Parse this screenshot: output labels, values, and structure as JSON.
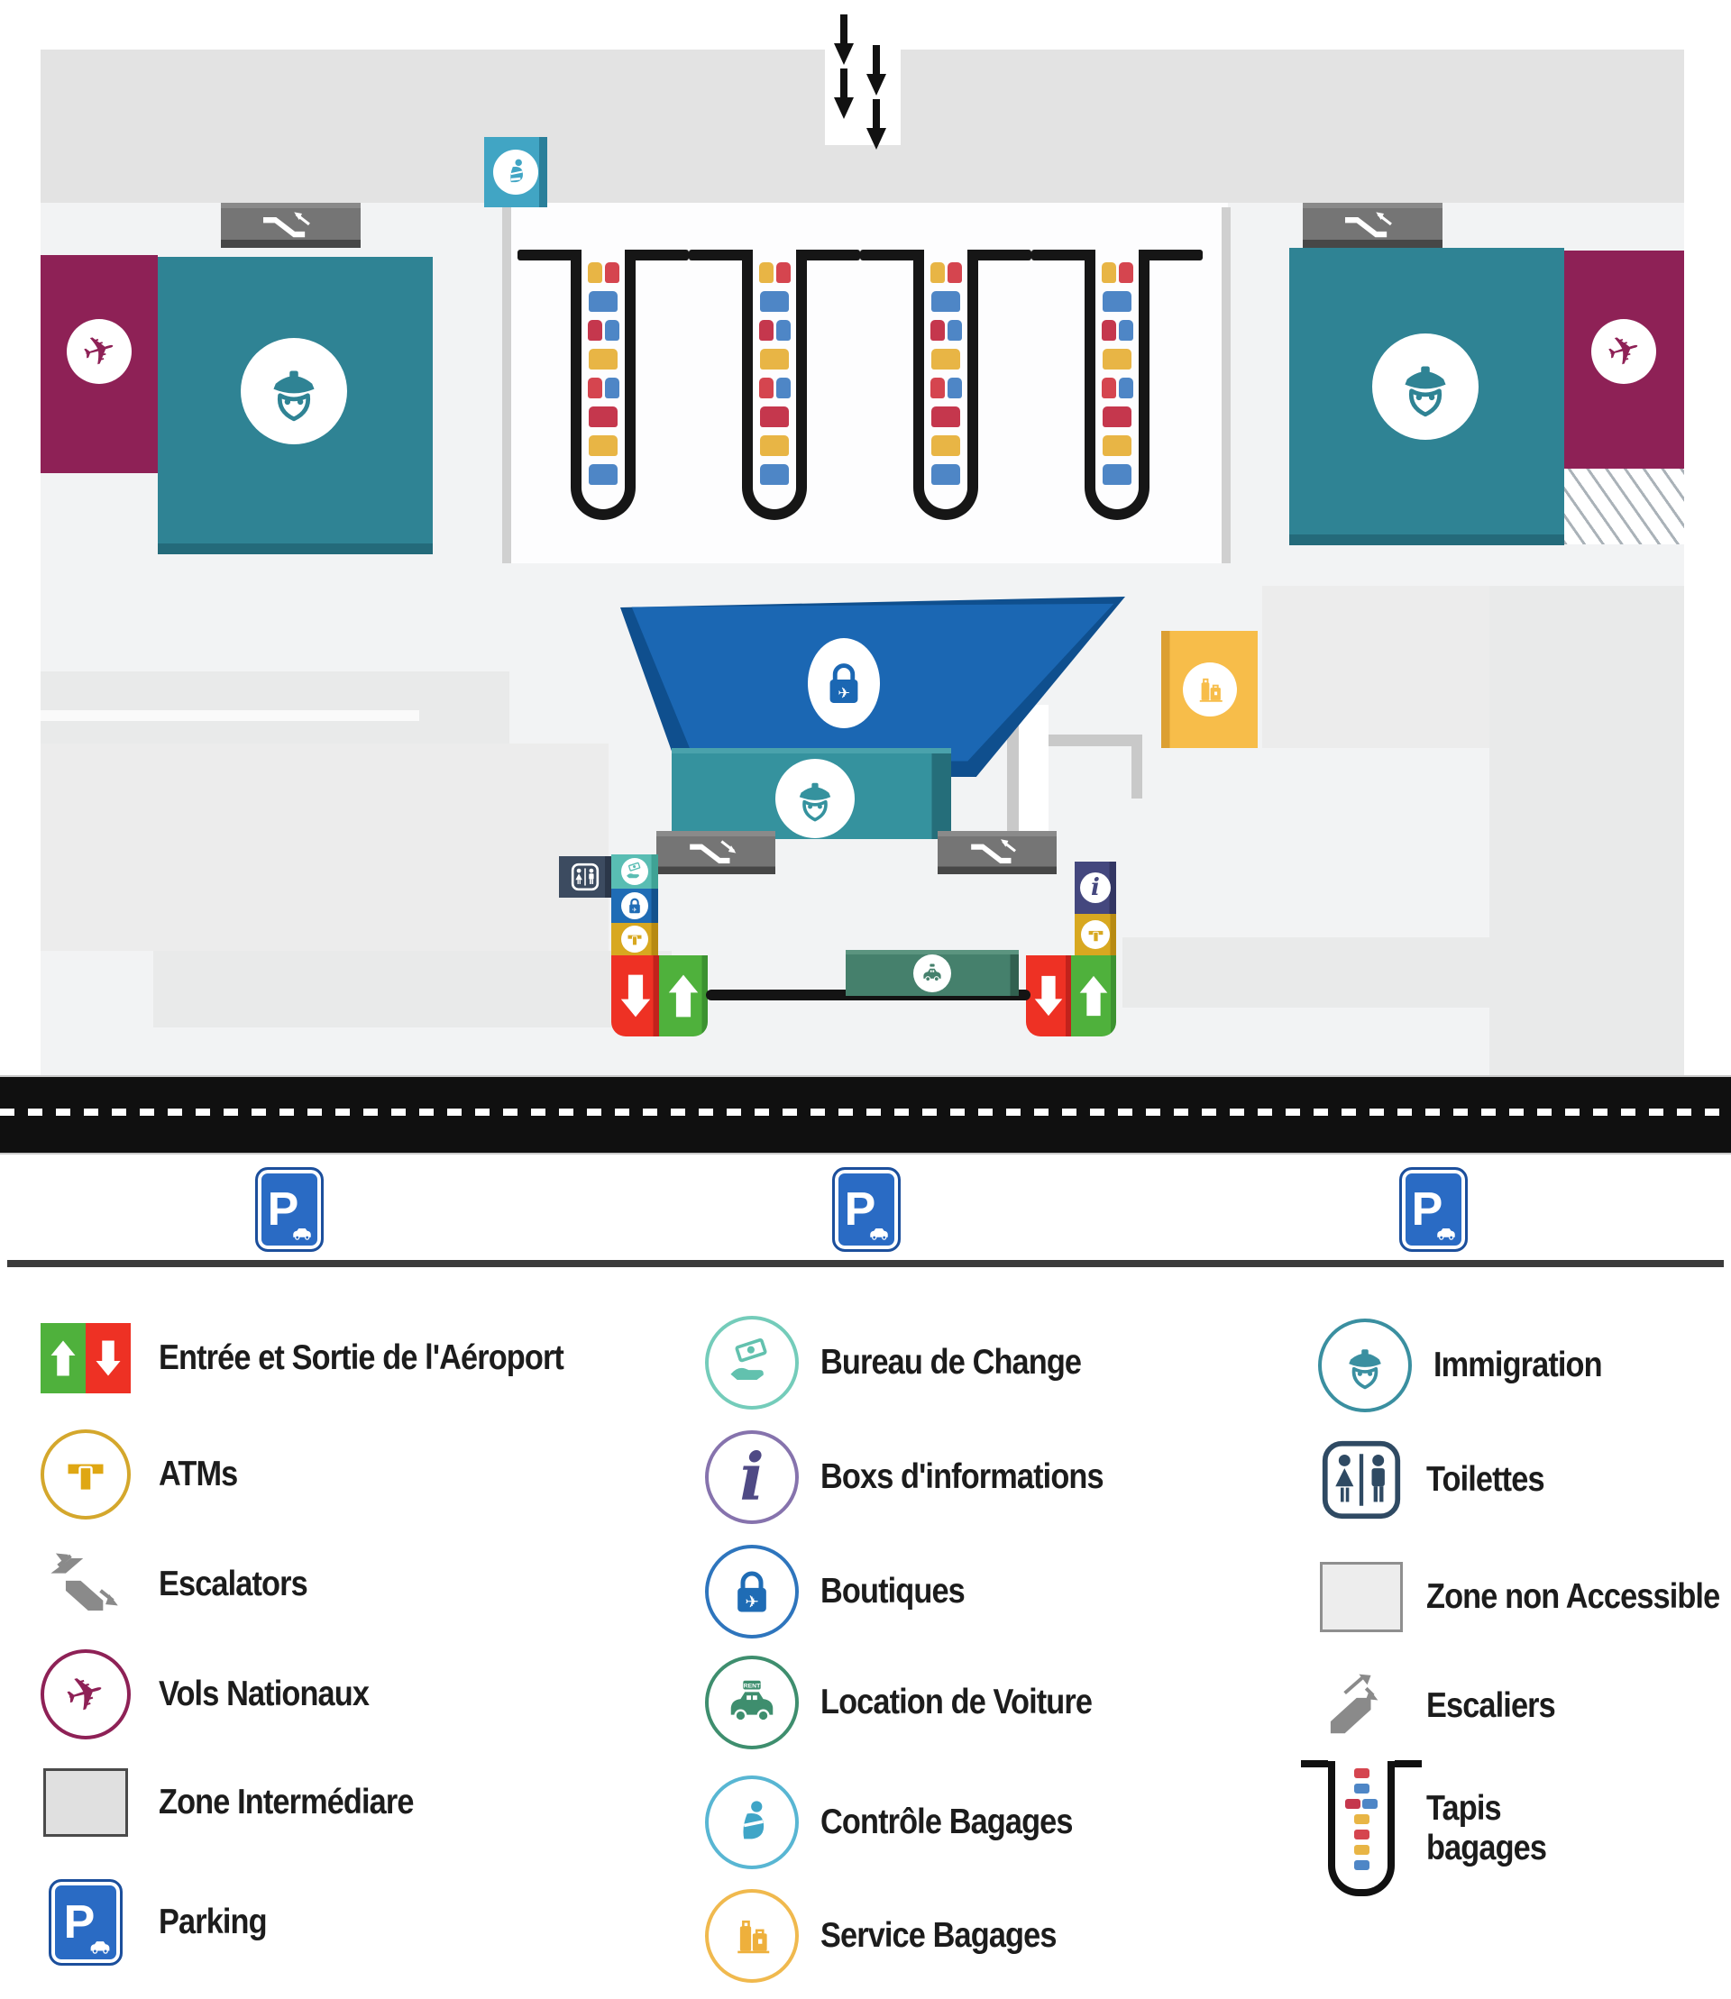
{
  "map": {
    "title": "airport-terminal-floor-plan",
    "colors": {
      "map_background": "#f2f3f4",
      "upper_band": "#e3e3e3",
      "immigration_teal": "#2f8394",
      "domestic_flights_maroon": "#8e2156",
      "shops_blue": "#1b67b3",
      "immigration_center_teal": "#35929e",
      "baggage_service_yellow": "#f7bd4a",
      "baggage_control_teal": "#41a5c4",
      "toilets_navy": "#3c4b60",
      "info_purple": "#44477e",
      "atm_yellow": "#d8a820",
      "exchange_teal": "#59bdb3",
      "exit_red": "#ee3124",
      "entry_green": "#4fb13c",
      "car_rental_green": "#45806c",
      "escalator_gray": "#757575",
      "carousel_black": "#161616",
      "road_black": "#101010",
      "parking_blue": "#2a6bc4"
    },
    "carousel_count": 4,
    "carousel_bags": [
      [
        "#e8b545",
        "#d5454f"
      ],
      [
        "#4e86c6"
      ],
      [
        "#c5374d",
        "#4e86c6"
      ],
      [
        "#e8b545"
      ],
      [
        "#d5454f",
        "#4e86c6"
      ],
      [
        "#c5374d"
      ],
      [
        "#e8b545"
      ],
      [
        "#4e86c6"
      ]
    ],
    "entrance_arrow_clusters": 2,
    "escalator_sign_count": 4
  },
  "parking": {
    "letter": "P",
    "sign_count": 3
  },
  "icon_text": {
    "plane": "✈",
    "info": "i",
    "rent": "RENT"
  },
  "legend_icons": {
    "tapis_bags": [
      [
        "#d5454f"
      ],
      [
        "#4e86c6"
      ],
      [
        "#c5374d",
        "#4e86c6"
      ],
      [
        "#e8b545"
      ],
      [
        "#d5454f"
      ],
      [
        "#e8b545"
      ],
      [
        "#4e86c6"
      ]
    ]
  },
  "legend": {
    "columns": [
      {
        "items": [
          {
            "icon": "entry-exit-arrows",
            "label": "Entrée et Sortie de l'Aéroport"
          },
          {
            "icon": "atm",
            "label": "ATMs"
          },
          {
            "icon": "escalator",
            "label": "Escalators"
          },
          {
            "icon": "domestic-flights-plane",
            "label": "Vols Nationaux"
          },
          {
            "icon": "intermediate-zone-swatch",
            "label": "Zone Intermédiare"
          },
          {
            "icon": "parking-sign",
            "label": "Parking"
          }
        ]
      },
      {
        "items": [
          {
            "icon": "currency-exchange",
            "label": "Bureau de Change"
          },
          {
            "icon": "information",
            "label": "Boxs d'informations"
          },
          {
            "icon": "shops-lock",
            "label": "Boutiques"
          },
          {
            "icon": "car-rental",
            "label": "Location de Voiture"
          },
          {
            "icon": "baggage-control",
            "label": "Contrôle Bagages"
          },
          {
            "icon": "baggage-service",
            "label": "Service Bagages"
          }
        ]
      },
      {
        "items": [
          {
            "icon": "immigration-officer",
            "label": "Immigration"
          },
          {
            "icon": "toilets",
            "label": "Toilettes"
          },
          {
            "icon": "non-accessible-zone-swatch",
            "label": "Zone non Accessible"
          },
          {
            "icon": "stairs",
            "label": "Escaliers"
          },
          {
            "icon": "baggage-carousel",
            "label": "Tapis bagages",
            "lines": [
              "Tapis",
              "bagages"
            ]
          }
        ]
      }
    ]
  }
}
